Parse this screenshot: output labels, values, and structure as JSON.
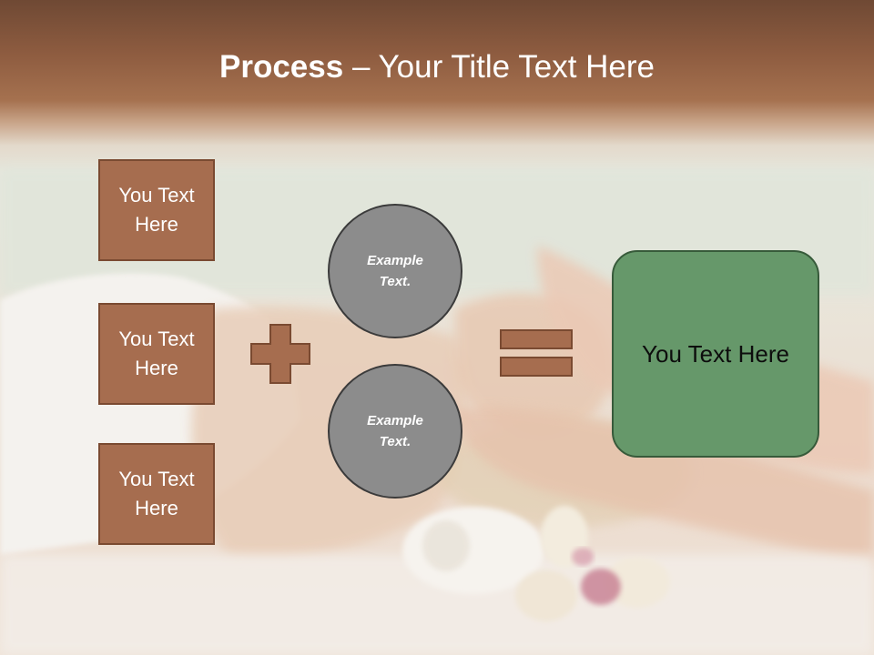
{
  "slide": {
    "title_bold": "Process",
    "title_rest": " – Your Title Text Here",
    "boxes": [
      "You Text Here",
      "You Text Here",
      "You Text Here"
    ],
    "circles": [
      "Example Text.",
      "Example Text."
    ],
    "result": "You Text Here"
  },
  "colors": {
    "box_fill": "#a66d4f",
    "circle_fill": "#8c8c8c",
    "result_fill": "#66986a",
    "header_brown": "#7a4e36"
  },
  "icons": [
    "plus-icon",
    "equals-icon"
  ]
}
